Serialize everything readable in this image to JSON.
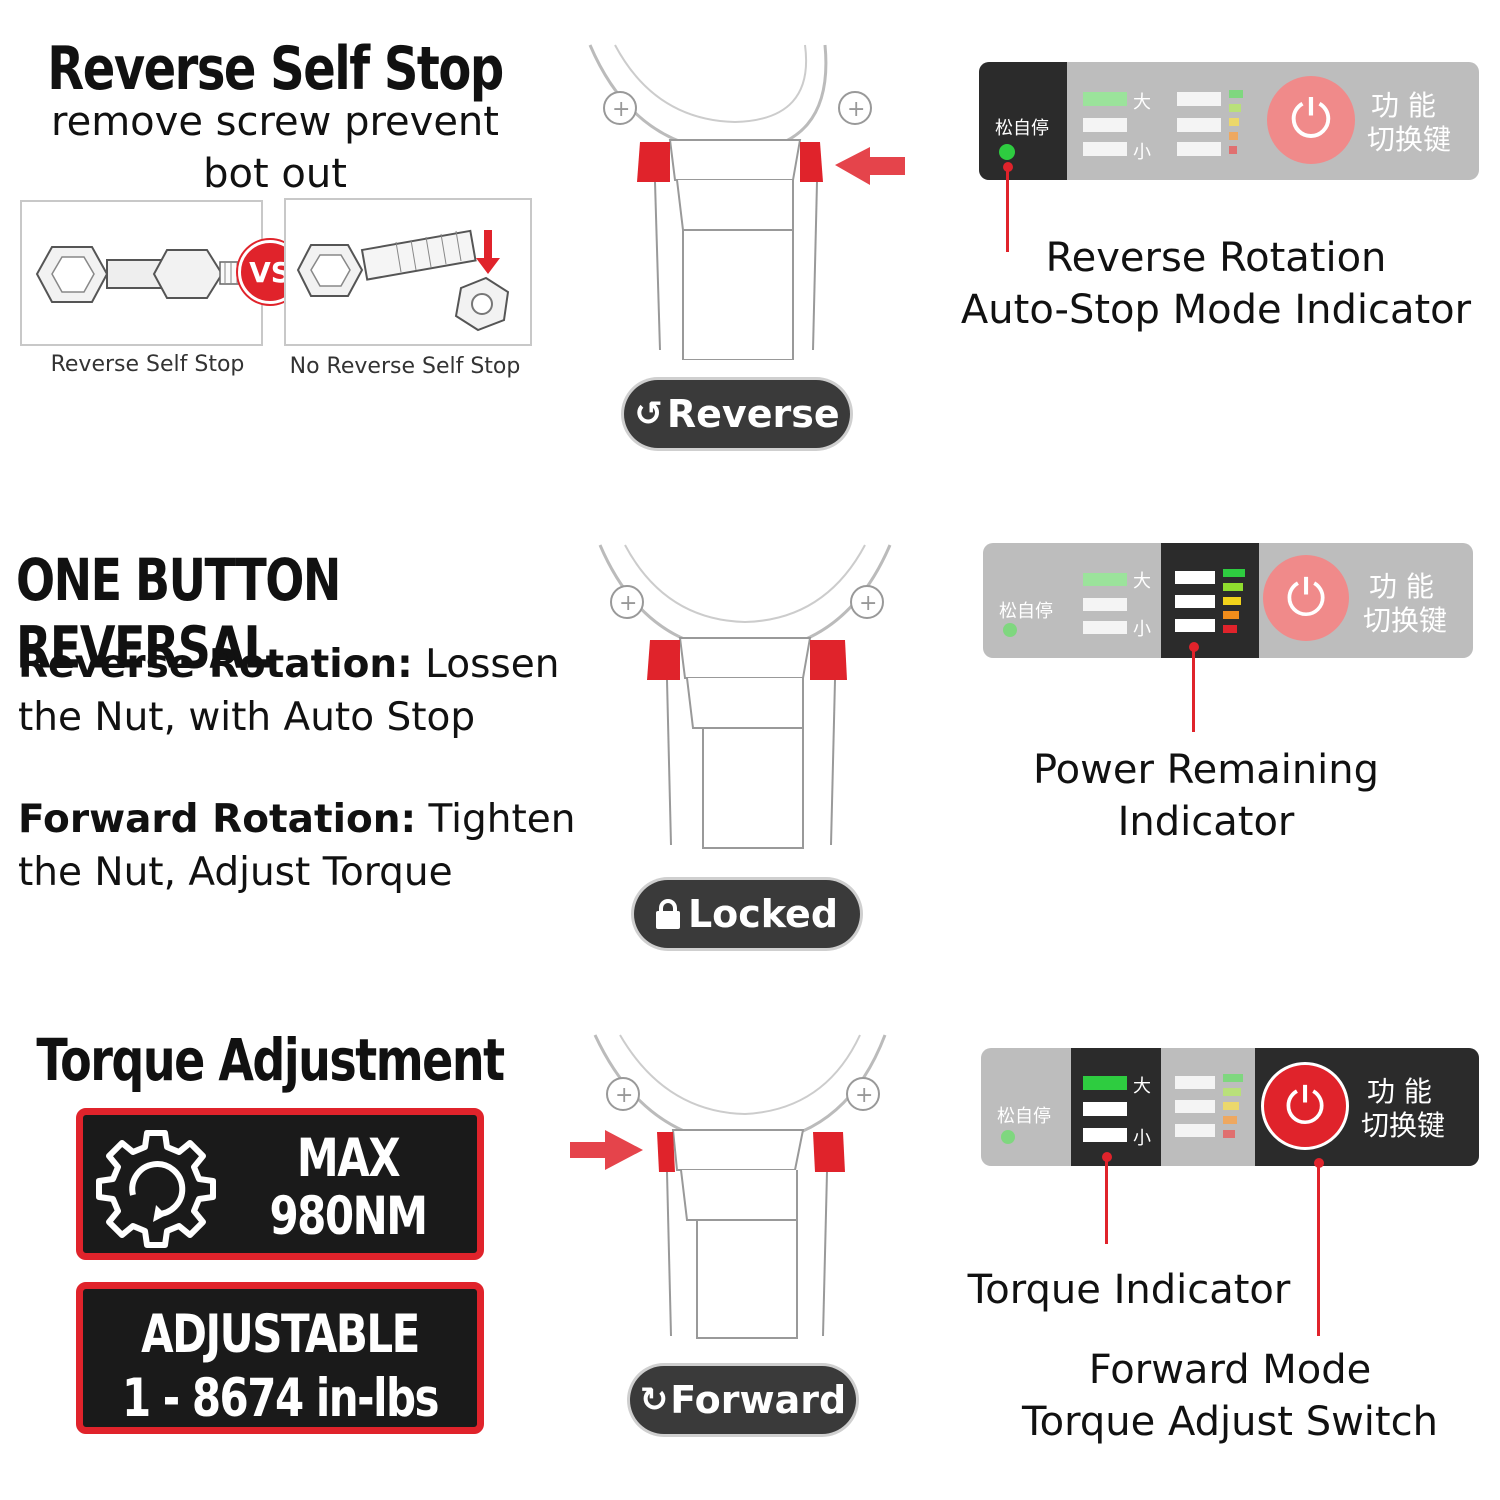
{
  "section1": {
    "title": "Reverse Self Stop",
    "subtitle": "remove screw prevent bot out",
    "compare_left_caption": "Reverse Self Stop",
    "compare_vs": "VS",
    "compare_right_caption": "No Reverse Self Stop",
    "mode_button": "Reverse",
    "callout_label_line1": "Reverse Rotation",
    "callout_label_line2": "Auto-Stop Mode Indicator"
  },
  "section2": {
    "title": "ONE BUTTON REVERSAL",
    "reverse_label": "Reverse Rotation:",
    "reverse_text": " Lossen the Nut, with Auto Stop",
    "forward_label": "Forward Rotation:",
    "forward_text": " Tighten the Nut, Adjust Torque",
    "mode_button": "Locked",
    "callout_label_line1": "Power Remaining",
    "callout_label_line2": "Indicator"
  },
  "section3": {
    "title": "Torque Adjustment",
    "max_line1": "MAX",
    "max_line2": "980NM",
    "adj_line1": "ADJUSTABLE",
    "adj_line2": "1 - 8674 in-lbs",
    "mode_button": "Forward",
    "callout_torque": "Torque Indicator",
    "callout_switch_line1": "Forward Mode",
    "callout_switch_line2": "Torque Adjust Switch"
  },
  "panel": {
    "auto_stop": "松自停",
    "high": "大",
    "low": "小",
    "func_line1": "功 能",
    "func_line2": "切换键"
  },
  "colors": {
    "accent_red": "#e0232b",
    "panel_dark": "#2b2b2b",
    "panel_grey": "#bdbdbd",
    "led_green": "#2ecc40"
  }
}
